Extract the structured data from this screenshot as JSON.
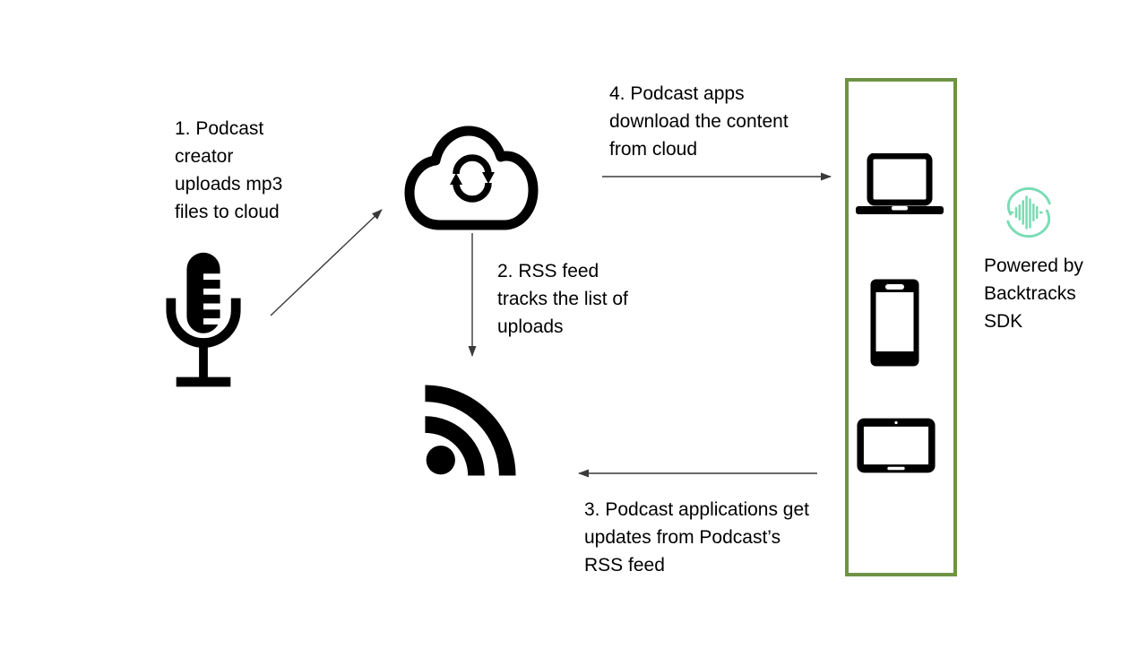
{
  "colors": {
    "background": "#ffffff",
    "ink": "#000000",
    "arrow": "#3a3a3a",
    "box_border": "#6e9246",
    "logo": "#7adcb4"
  },
  "diagram": {
    "step1": {
      "lines": [
        "1. Podcast",
        "creator",
        "uploads mp3",
        "files to cloud"
      ]
    },
    "step2": {
      "lines": [
        "2. RSS feed",
        "tracks the list of",
        "uploads"
      ]
    },
    "step3": {
      "lines": [
        "3. Podcast applications get",
        "updates from Podcast’s",
        "RSS feed"
      ]
    },
    "step4": {
      "lines": [
        "4. Podcast apps",
        "download the content",
        "from cloud"
      ]
    },
    "branding": {
      "lines": [
        "Powered by",
        "Backtracks",
        "SDK"
      ]
    },
    "icons": [
      "microphone-icon",
      "cloud-sync-icon",
      "rss-feed-icon",
      "laptop-icon",
      "smartphone-icon",
      "tablet-icon",
      "backtracks-logo-icon"
    ]
  }
}
